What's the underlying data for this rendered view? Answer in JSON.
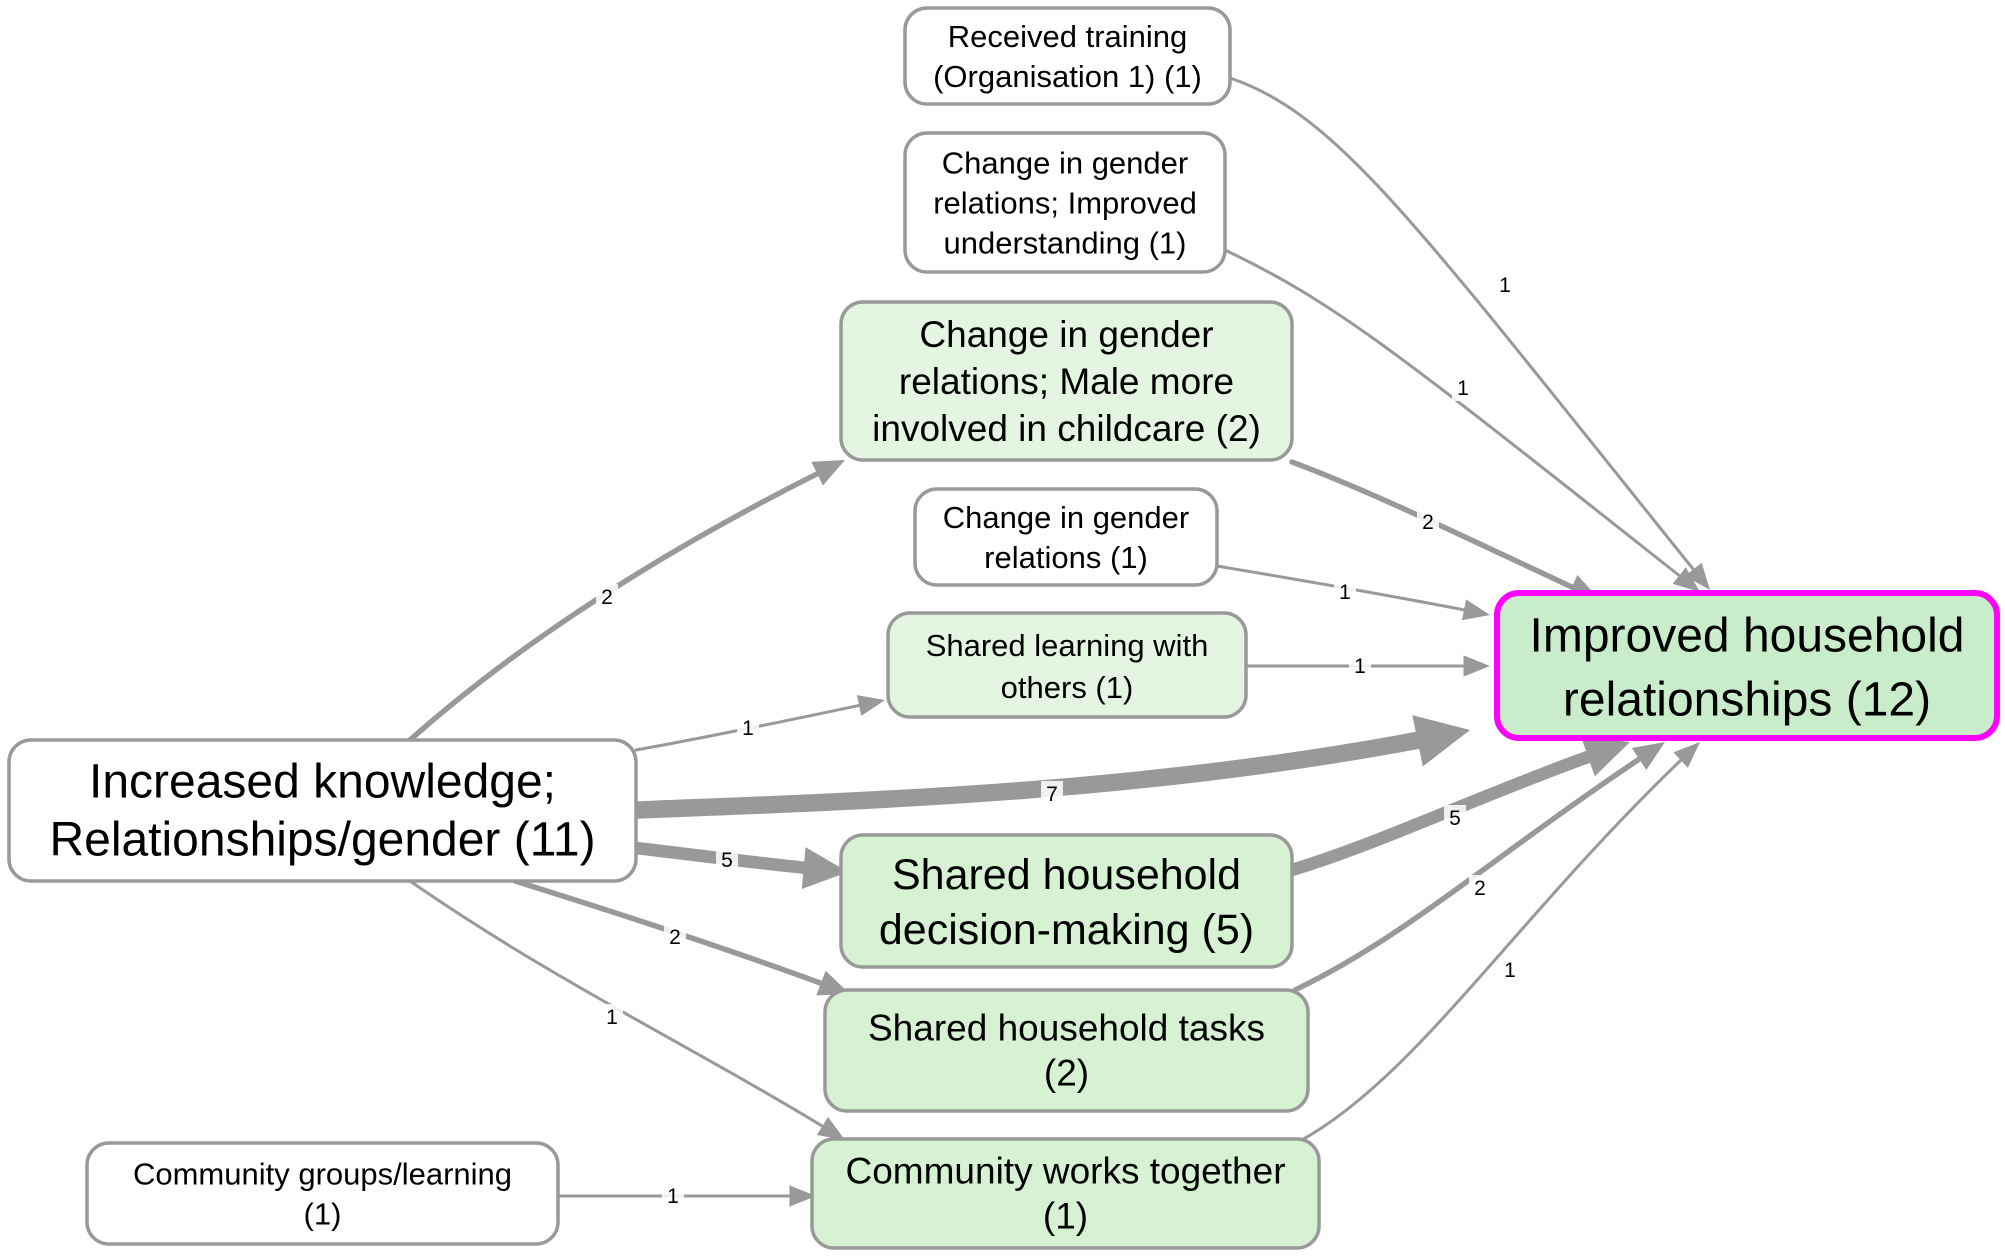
{
  "colors": {
    "edge": "#999999",
    "node_border": "#999999",
    "focus_border": "#ff00ff",
    "fill_white": "#ffffff",
    "fill_light_green": "#e4f6e1",
    "fill_green": "#d6f2d3",
    "fill_focus": "#c9edcb"
  },
  "nodes": [
    {
      "id": "received-training",
      "lines": [
        "Received training",
        "(Organisation 1) (1)"
      ],
      "fill": "fill_white"
    },
    {
      "id": "gender-improved-understanding",
      "lines": [
        "Change in gender",
        "relations; Improved",
        "understanding (1)"
      ],
      "fill": "fill_white"
    },
    {
      "id": "gender-male-childcare",
      "lines": [
        "Change in gender",
        "relations; Male more",
        "involved in childcare (2)"
      ],
      "fill": "fill_light_green"
    },
    {
      "id": "gender-relations",
      "lines": [
        "Change in gender",
        "relations (1)"
      ],
      "fill": "fill_white"
    },
    {
      "id": "shared-learning",
      "lines": [
        "Shared learning with",
        "others (1)"
      ],
      "fill": "fill_light_green"
    },
    {
      "id": "increased-knowledge",
      "lines": [
        "Increased knowledge;",
        "Relationships/gender (11)"
      ],
      "fill": "fill_white"
    },
    {
      "id": "shared-decision-making",
      "lines": [
        "Shared household",
        "decision-making (5)"
      ],
      "fill": "fill_green"
    },
    {
      "id": "shared-tasks",
      "lines": [
        "Shared household tasks",
        "(2)"
      ],
      "fill": "fill_green"
    },
    {
      "id": "community-groups",
      "lines": [
        "Community groups/learning",
        "(1)"
      ],
      "fill": "fill_white"
    },
    {
      "id": "community-together",
      "lines": [
        "Community works together",
        "(1)"
      ],
      "fill": "fill_green"
    },
    {
      "id": "improved-relationships",
      "lines": [
        "Improved household",
        "relationships (12)"
      ],
      "fill": "fill_focus",
      "focus": true
    }
  ],
  "edges": [
    {
      "from": "received-training",
      "to": "improved-relationships",
      "label": "1",
      "weight": 1
    },
    {
      "from": "gender-improved-understanding",
      "to": "improved-relationships",
      "label": "1",
      "weight": 1
    },
    {
      "from": "gender-male-childcare",
      "to": "improved-relationships",
      "label": "2",
      "weight": 2
    },
    {
      "from": "gender-relations",
      "to": "improved-relationships",
      "label": "1",
      "weight": 1
    },
    {
      "from": "shared-learning",
      "to": "improved-relationships",
      "label": "1",
      "weight": 1
    },
    {
      "from": "increased-knowledge",
      "to": "gender-male-childcare",
      "label": "2",
      "weight": 2
    },
    {
      "from": "increased-knowledge",
      "to": "shared-learning",
      "label": "1",
      "weight": 1
    },
    {
      "from": "increased-knowledge",
      "to": "improved-relationships",
      "label": "7",
      "weight": 7
    },
    {
      "from": "increased-knowledge",
      "to": "shared-decision-making",
      "label": "5",
      "weight": 5
    },
    {
      "from": "increased-knowledge",
      "to": "shared-tasks",
      "label": "2",
      "weight": 2
    },
    {
      "from": "increased-knowledge",
      "to": "community-together",
      "label": "1",
      "weight": 1
    },
    {
      "from": "shared-decision-making",
      "to": "improved-relationships",
      "label": "5",
      "weight": 5
    },
    {
      "from": "shared-tasks",
      "to": "improved-relationships",
      "label": "2",
      "weight": 2
    },
    {
      "from": "community-together",
      "to": "improved-relationships",
      "label": "1",
      "weight": 1
    },
    {
      "from": "community-groups",
      "to": "community-together",
      "label": "1",
      "weight": 1
    }
  ]
}
